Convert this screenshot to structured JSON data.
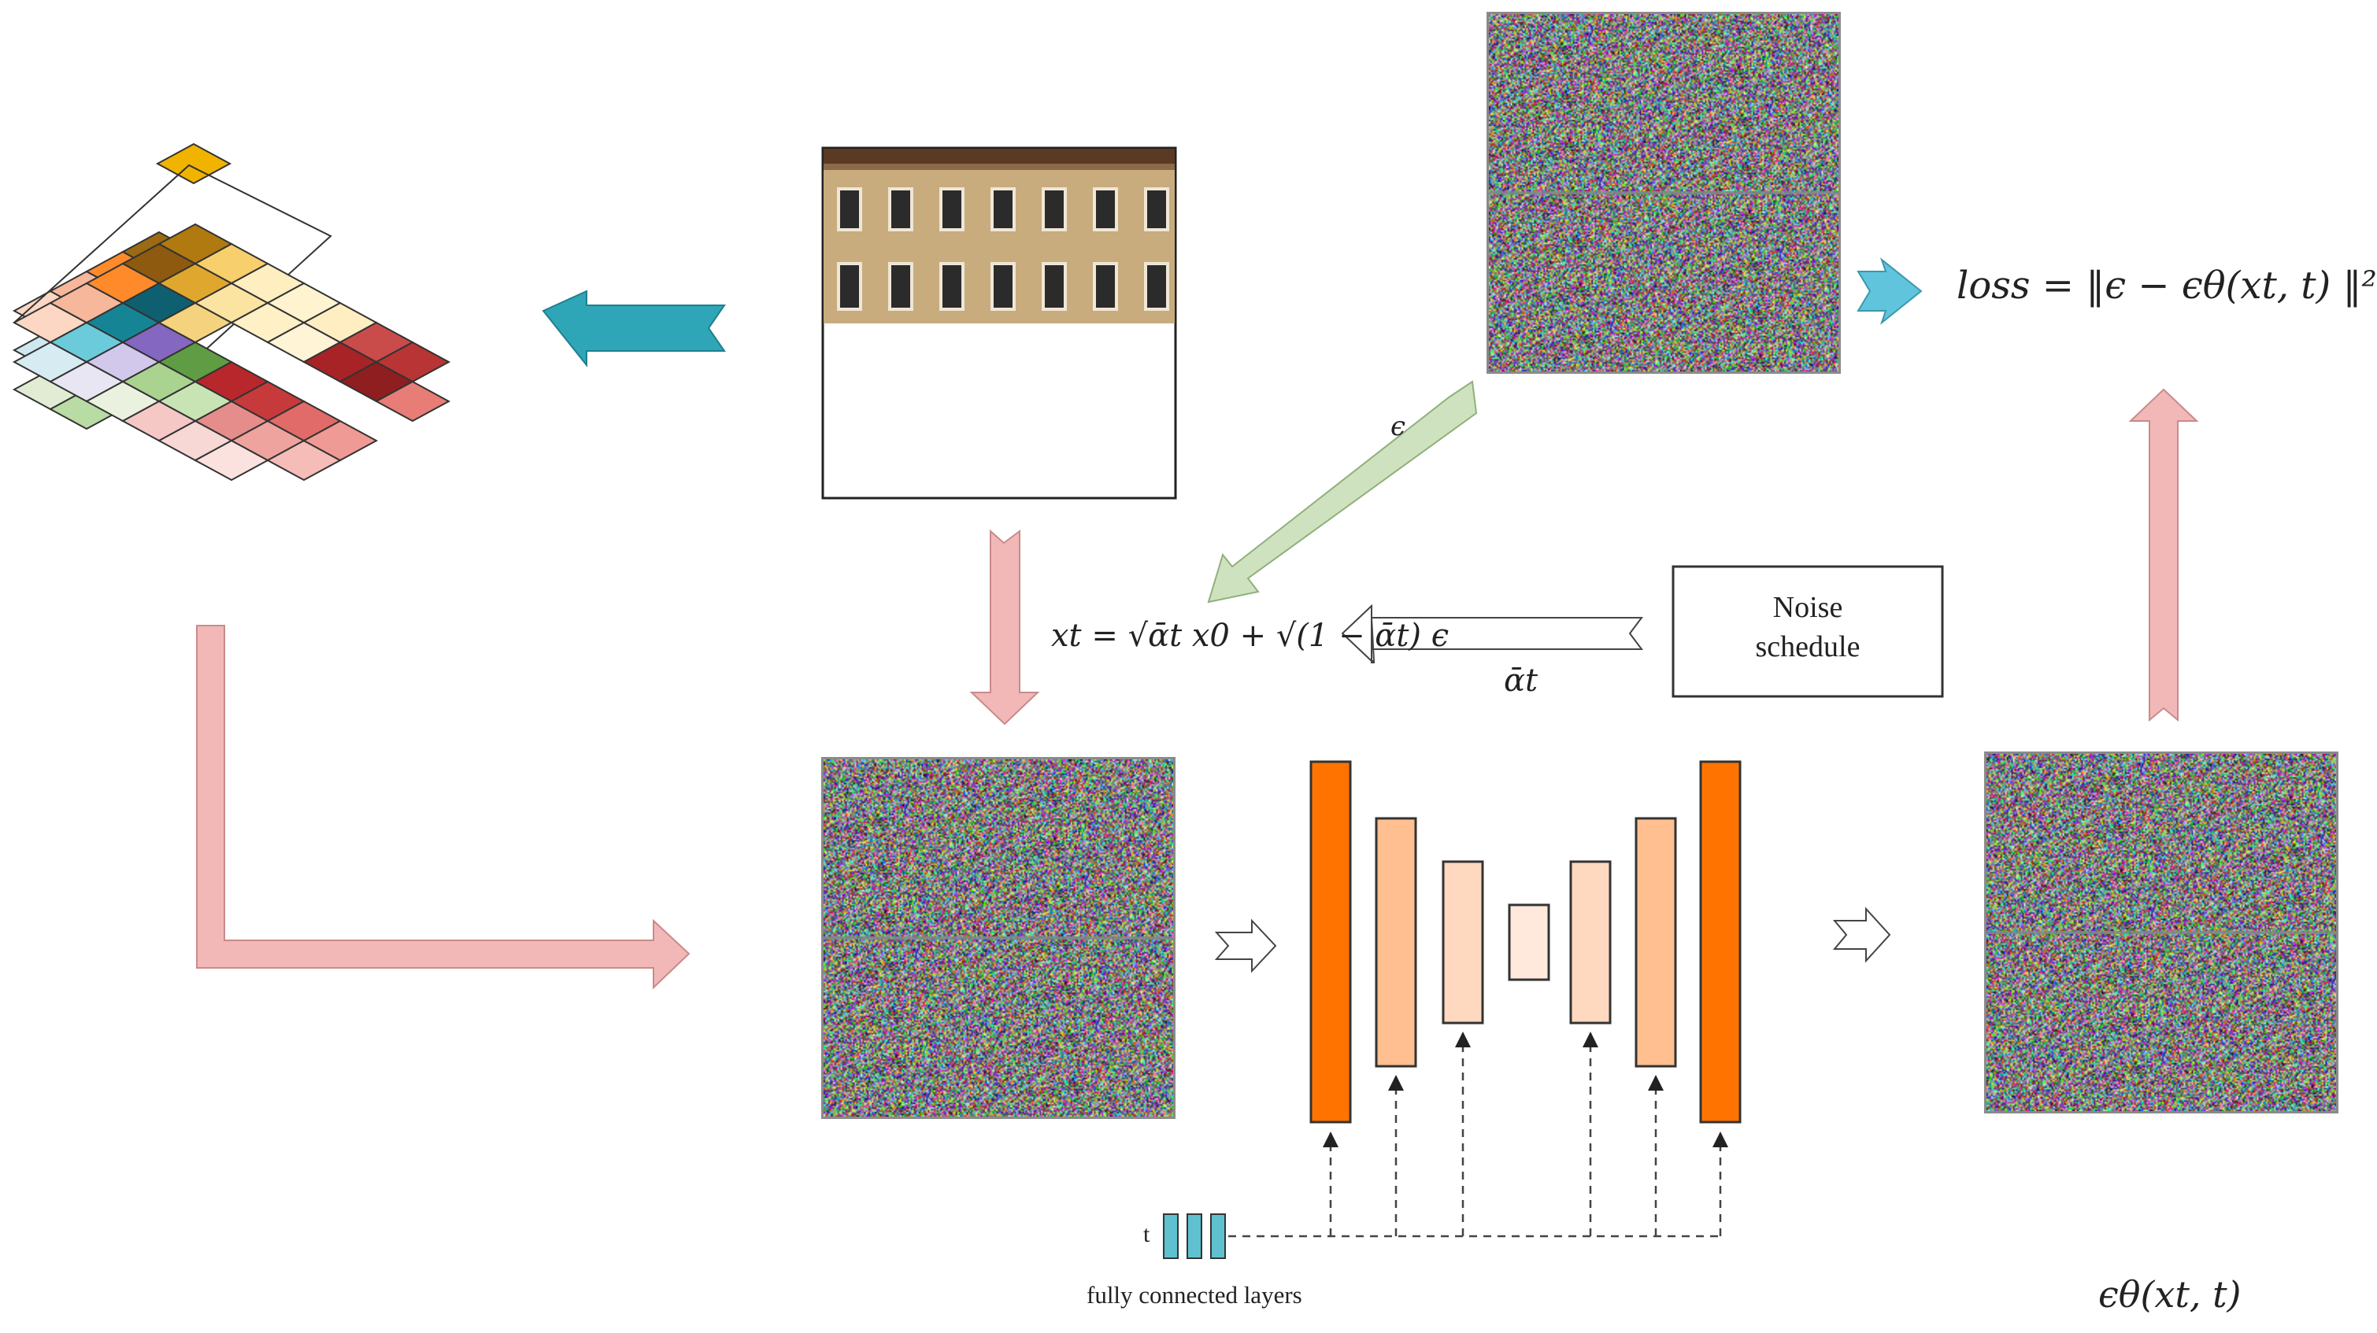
{
  "labels": {
    "epsilon": "ϵ",
    "alpha_bar_t": "ᾱt",
    "noise_schedule_line1": "Noise",
    "noise_schedule_line2": "schedule",
    "t": "t",
    "fully_connected_layers": "fully connected layers",
    "formula_xt": "xt = √ᾱt x0 + √(1 − ᾱt) ϵ",
    "loss_formula": "loss = ‖ϵ − ϵθ(xt, t) ‖²",
    "eps_theta_output": "ϵθ(xt, t)"
  },
  "colors": {
    "teal_arrow": "#2ea6b8",
    "light_teal_arrow": "#5fc4dc",
    "pink_arrow": "#f2b8b8",
    "green_arrow": "#cfe2bf",
    "unet_outer": "#ff7400",
    "unet_mid": "#ffbf90",
    "unet_inner": "#ffd9bf",
    "unet_core": "#ffe9dc",
    "fc_blocks": "#5fc1cf"
  },
  "icons": {
    "cube": "rubiks-cube-icon",
    "building": "building-photo"
  }
}
